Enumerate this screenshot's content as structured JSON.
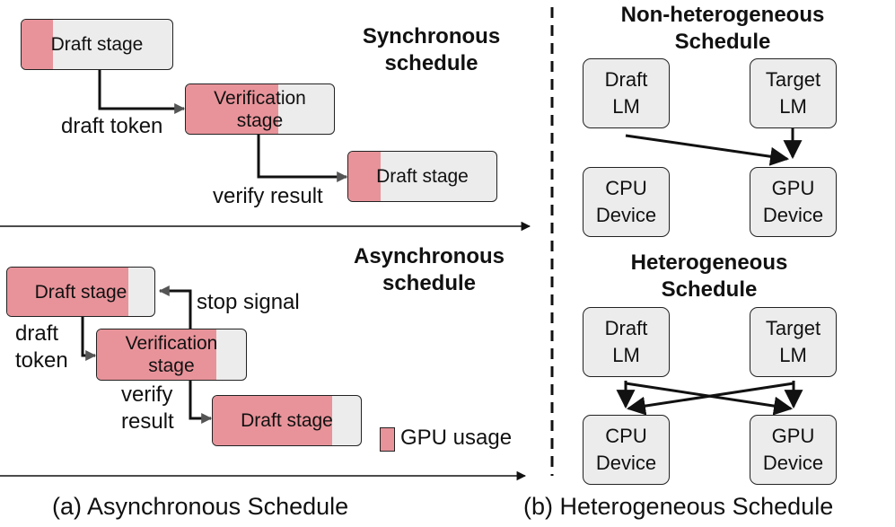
{
  "left": {
    "sync_title": "Synchronous\nschedule",
    "async_title": "Asynchronous\nschedule",
    "sync": {
      "stage1": "Draft stage",
      "stage2": "Verification\nstage",
      "stage3": "Draft stage",
      "label_draft_token": "draft token",
      "label_verify_result": "verify result"
    },
    "async": {
      "stage1": "Draft stage",
      "stage2": "Verification\nstage",
      "stage3": "Draft stage",
      "label_stop_signal": "stop signal",
      "label_draft_token": "draft\ntoken",
      "label_verify_result": "verify\nresult"
    },
    "legend_label": "GPU usage",
    "caption": "(a) Asynchronous Schedule"
  },
  "right": {
    "top_title": "Non-heterogeneous\nSchedule",
    "bottom_title": "Heterogeneous\nSchedule",
    "top": {
      "draft_lm": "Draft\nLM",
      "target_lm": "Target\nLM",
      "cpu": "CPU\nDevice",
      "gpu": "GPU\nDevice"
    },
    "bottom": {
      "draft_lm": "Draft\nLM",
      "target_lm": "Target\nLM",
      "cpu": "CPU\nDevice",
      "gpu": "GPU\nDevice"
    },
    "caption": "(b) Heterogeneous Schedule"
  },
  "colors": {
    "gpu_usage": "#e8939a",
    "stage_fill": "#ececec",
    "line": "#111111"
  }
}
